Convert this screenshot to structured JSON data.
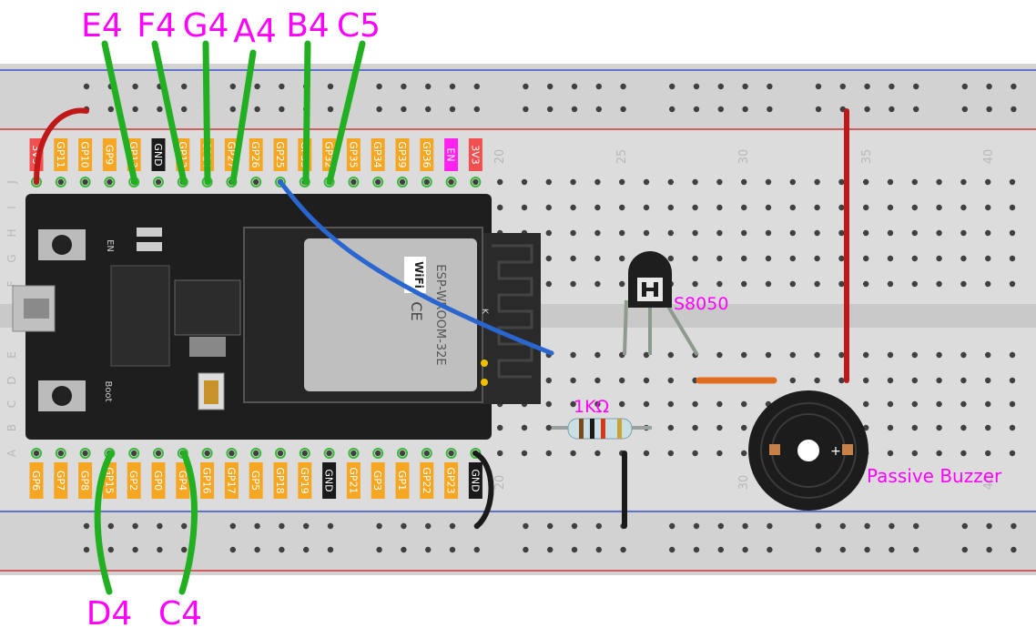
{
  "notes": {
    "top": [
      "E4",
      "F4",
      "G4",
      "A4",
      "B4",
      "C5"
    ],
    "bottom": [
      "D4",
      "C4"
    ]
  },
  "board": {
    "top_pins": [
      "3V3",
      "GP11",
      "GP10",
      "GP9",
      "GP13",
      "GND",
      "GP12",
      "GP14",
      "GP27",
      "GP26",
      "GP25",
      "GP33",
      "GP32",
      "GP35",
      "GP34",
      "GP39",
      "GP36",
      "EN",
      "3V3"
    ],
    "bottom_pins": [
      "GP6",
      "GP7",
      "GP8",
      "GP15",
      "GP2",
      "GP0",
      "GP4",
      "GP16",
      "GP17",
      "GP5",
      "GP18",
      "GP19",
      "GND",
      "GP21",
      "GP3",
      "GP1",
      "GP22",
      "GP23",
      "GND"
    ],
    "module_text": "ESP-WROOM-32E",
    "wifi_mark": "WiFi",
    "ce_mark": "CE",
    "k_mark": "K",
    "en_label": "EN",
    "boot_label": "Boot"
  },
  "breadboard": {
    "row_letters": [
      "J",
      "I",
      "H",
      "G",
      "F",
      "E",
      "D",
      "C",
      "B",
      "A"
    ],
    "column_numbers_top": [
      "20",
      "25",
      "30",
      "35",
      "40"
    ],
    "column_numbers_bottom": [
      "20",
      "30",
      "40"
    ]
  },
  "components": {
    "transistor_label": "S8050",
    "resistor_label": "1KΩ",
    "buzzer_label": "Passive Buzzer",
    "buzzer_plus": "+"
  },
  "colors": {
    "note_label": "#ff00ff",
    "note_wire": "#22b022",
    "power_wire": "#c01818",
    "signal_wire": "#2a66d0",
    "ground_wire": "#1a1a1a",
    "jumper": "#e06c1e",
    "pin_label": "#f5a623",
    "pin_label_gnd": "#1a1a1a",
    "pin_label_power": "#f05050",
    "pin_label_en": "#ff22ee"
  }
}
